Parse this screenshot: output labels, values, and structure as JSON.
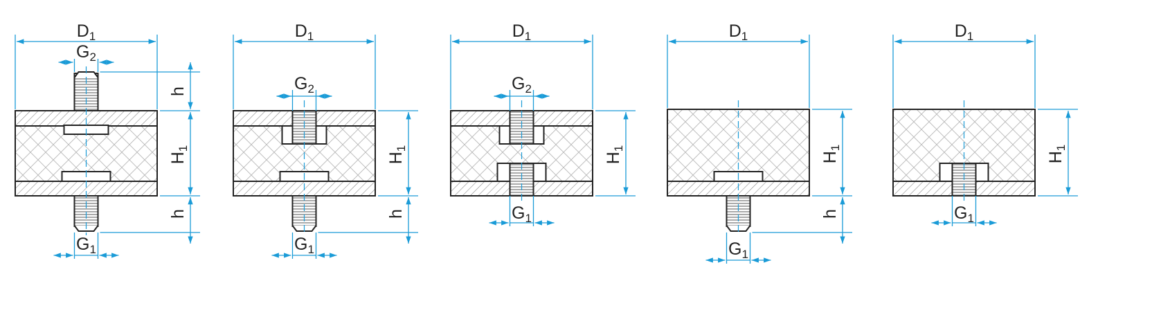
{
  "labels": {
    "D1": {
      "main": "D",
      "sub": "1"
    },
    "G1": {
      "main": "G",
      "sub": "1"
    },
    "G2": {
      "main": "G",
      "sub": "2"
    },
    "H1": {
      "main": "H",
      "sub": "1"
    },
    "h": "h"
  },
  "colors": {
    "dimension": "#1a9bd7",
    "outline": "#222222",
    "hatch": "#8c8c8c",
    "crosshatch": "#b5b5b5"
  },
  "variants": [
    {
      "id": "type-a",
      "top": "male-g2",
      "bottom": "male-g1"
    },
    {
      "id": "type-b",
      "top": "female-g2",
      "bottom": "male-g1"
    },
    {
      "id": "type-c",
      "top": "female-g2",
      "bottom": "female-g1"
    },
    {
      "id": "type-d",
      "top": "none",
      "bottom": "male-g1"
    },
    {
      "id": "type-e",
      "top": "none",
      "bottom": "female-g1"
    }
  ]
}
